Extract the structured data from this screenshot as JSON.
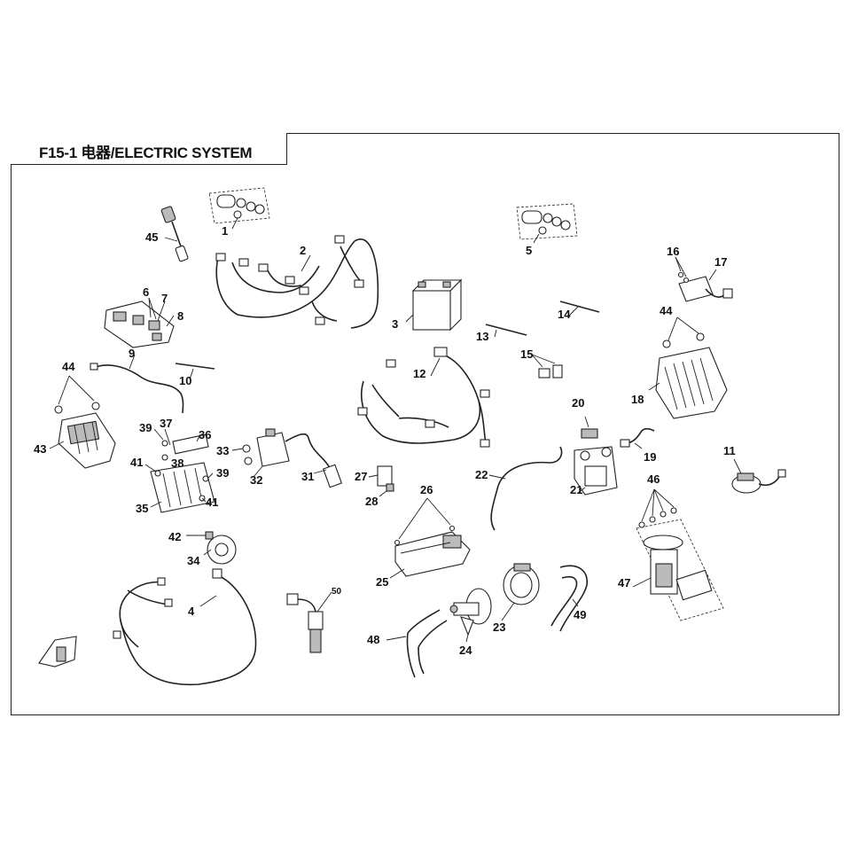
{
  "title": "F15-1 电器/ELECTRIC SYSTEM",
  "labels": {
    "n1": "1",
    "n2": "2",
    "n3": "3",
    "n4": "4",
    "n5": "5",
    "n6": "6",
    "n7": "7",
    "n8": "8",
    "n9": "9",
    "n10": "10",
    "n11": "11",
    "n12": "12",
    "n13": "13",
    "n14": "14",
    "n15": "15",
    "n16": "16",
    "n17": "17",
    "n18": "18",
    "n19": "19",
    "n20": "20",
    "n21": "21",
    "n22": "22",
    "n23": "23",
    "n24": "24",
    "n25": "25",
    "n26": "26",
    "n27": "27",
    "n28": "28",
    "n31": "31",
    "n32": "32",
    "n33": "33",
    "n34": "34",
    "n35": "35",
    "n36": "36",
    "n37": "37",
    "n38": "38",
    "n39a": "39",
    "n39b": "39",
    "n41a": "41",
    "n41b": "41",
    "n42": "42",
    "n43": "43",
    "n44a": "44",
    "n44b": "44",
    "n45": "45",
    "n46": "46",
    "n47": "47",
    "n48": "48",
    "n49": "49",
    "n50": "50"
  }
}
